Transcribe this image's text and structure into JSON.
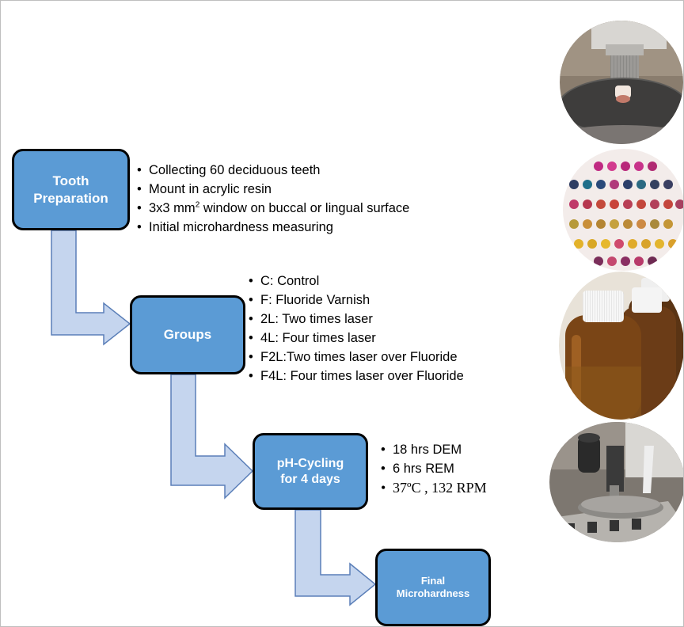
{
  "steps": {
    "tooth_preparation": {
      "line1": "Tooth",
      "line2": "Preparation"
    },
    "groups": {
      "label": "Groups"
    },
    "ph_cycling": {
      "line1": "pH-Cycling",
      "line2": "for 4 days"
    },
    "final": {
      "line1": "Final",
      "line2": "Microhardness"
    }
  },
  "tooth_preparation_items": {
    "item1": "Collecting 60 deciduous teeth",
    "item2": "Mount in acrylic resin",
    "item3_before": "3x3 mm",
    "item3_sup": "2",
    "item3_after": " window on buccal or lingual surface",
    "item4": "Initial microhardness measuring"
  },
  "group_items": [
    "C: Control",
    "F: Fluoride Varnish",
    "2L: Two times laser",
    "4L: Four times laser",
    "F2L:Two times laser over Fluoride",
    "F4L: Four times laser over Fluoride"
  ],
  "ph_items": [
    "18 hrs DEM",
    "6 hrs REM",
    "37ºC , 132 RPM"
  ],
  "colors": {
    "step_fill": "#5b9bd5",
    "step_border": "#000000",
    "arrow_fill": "#c5d5ee",
    "arrow_stroke": "#5b7fb8"
  },
  "photos": [
    {
      "name": "microhardness-tester-photo"
    },
    {
      "name": "mounted-teeth-samples-photo"
    },
    {
      "name": "amber-solution-bottles-photo"
    },
    {
      "name": "microhardness-indenter-photo"
    }
  ]
}
